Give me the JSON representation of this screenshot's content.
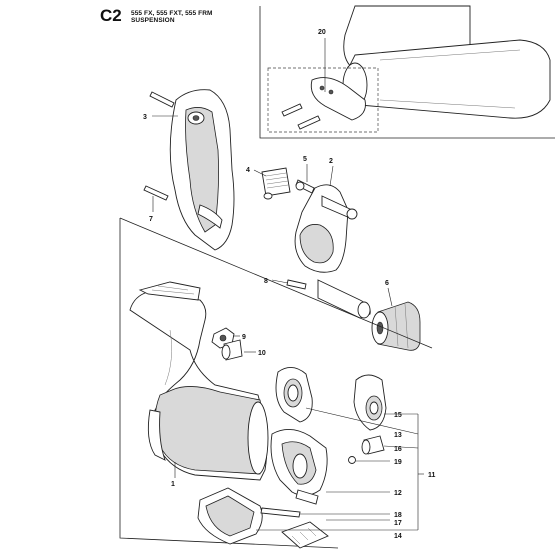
{
  "header": {
    "code": "C2",
    "models": "555 FX, 555 FXT, 555 FRM",
    "section": "SUSPENSION"
  },
  "callouts": [
    {
      "id": "c20",
      "text": "20"
    },
    {
      "id": "c3",
      "text": "3"
    },
    {
      "id": "c5",
      "text": "5"
    },
    {
      "id": "c2",
      "text": "2"
    },
    {
      "id": "c4",
      "text": "4"
    },
    {
      "id": "c7",
      "text": "7"
    },
    {
      "id": "c8",
      "text": "8"
    },
    {
      "id": "c6",
      "text": "6"
    },
    {
      "id": "c9",
      "text": "9"
    },
    {
      "id": "c10",
      "text": "10"
    },
    {
      "id": "c1",
      "text": "1"
    },
    {
      "id": "c15",
      "text": "15"
    },
    {
      "id": "c13",
      "text": "13"
    },
    {
      "id": "c16",
      "text": "16"
    },
    {
      "id": "c19",
      "text": "19"
    },
    {
      "id": "c11",
      "text": "11"
    },
    {
      "id": "c12",
      "text": "12"
    },
    {
      "id": "c18",
      "text": "18"
    },
    {
      "id": "c17",
      "text": "17"
    },
    {
      "id": "c14",
      "text": "14"
    }
  ]
}
